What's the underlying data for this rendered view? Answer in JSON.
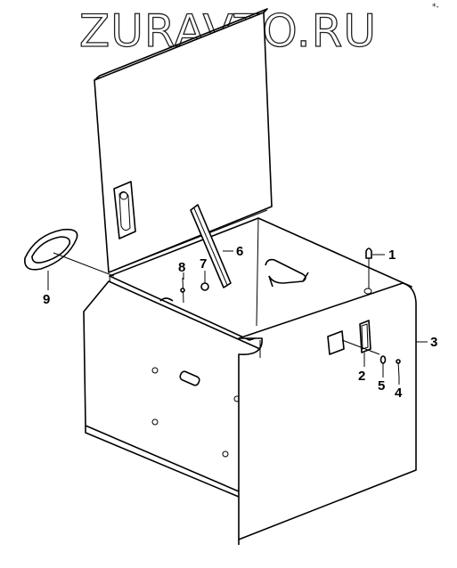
{
  "watermark": {
    "text": "ZURAVTO.RU"
  },
  "corner_mark": "*-",
  "callouts": {
    "c1": "1",
    "c2": "2",
    "c3": "3",
    "c4": "4",
    "c5": "5",
    "c6": "6",
    "c7": "7",
    "c8": "8",
    "c9": "9"
  }
}
